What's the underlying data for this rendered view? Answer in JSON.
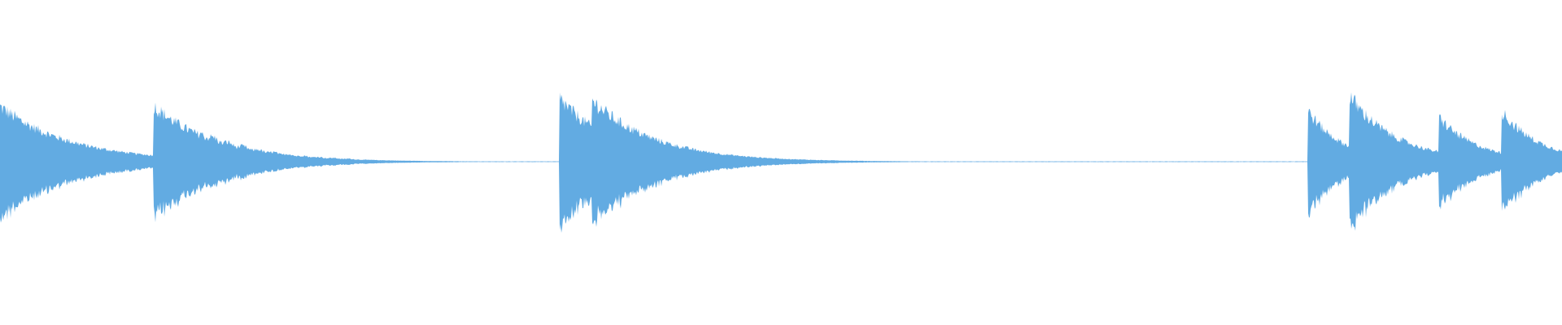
{
  "waveform": {
    "color": "#62ABE2",
    "background": "#FFFFFF",
    "duration_fraction_units": "relative",
    "onsets": [
      {
        "t": 0.0,
        "amp": 0.52,
        "decay": 0.045
      },
      {
        "t": 0.098,
        "amp": 0.53,
        "decay": 0.04,
        "ripple": true
      },
      {
        "t": 0.358,
        "amp": 0.6,
        "decay": 0.035
      },
      {
        "t": 0.379,
        "amp": 0.58,
        "decay": 0.04
      },
      {
        "t": 0.837,
        "amp": 0.49,
        "decay": 0.022
      },
      {
        "t": 0.864,
        "amp": 0.62,
        "decay": 0.03
      },
      {
        "t": 0.921,
        "amp": 0.42,
        "decay": 0.025
      },
      {
        "t": 0.961,
        "amp": 0.48,
        "decay": 0.025
      }
    ]
  }
}
